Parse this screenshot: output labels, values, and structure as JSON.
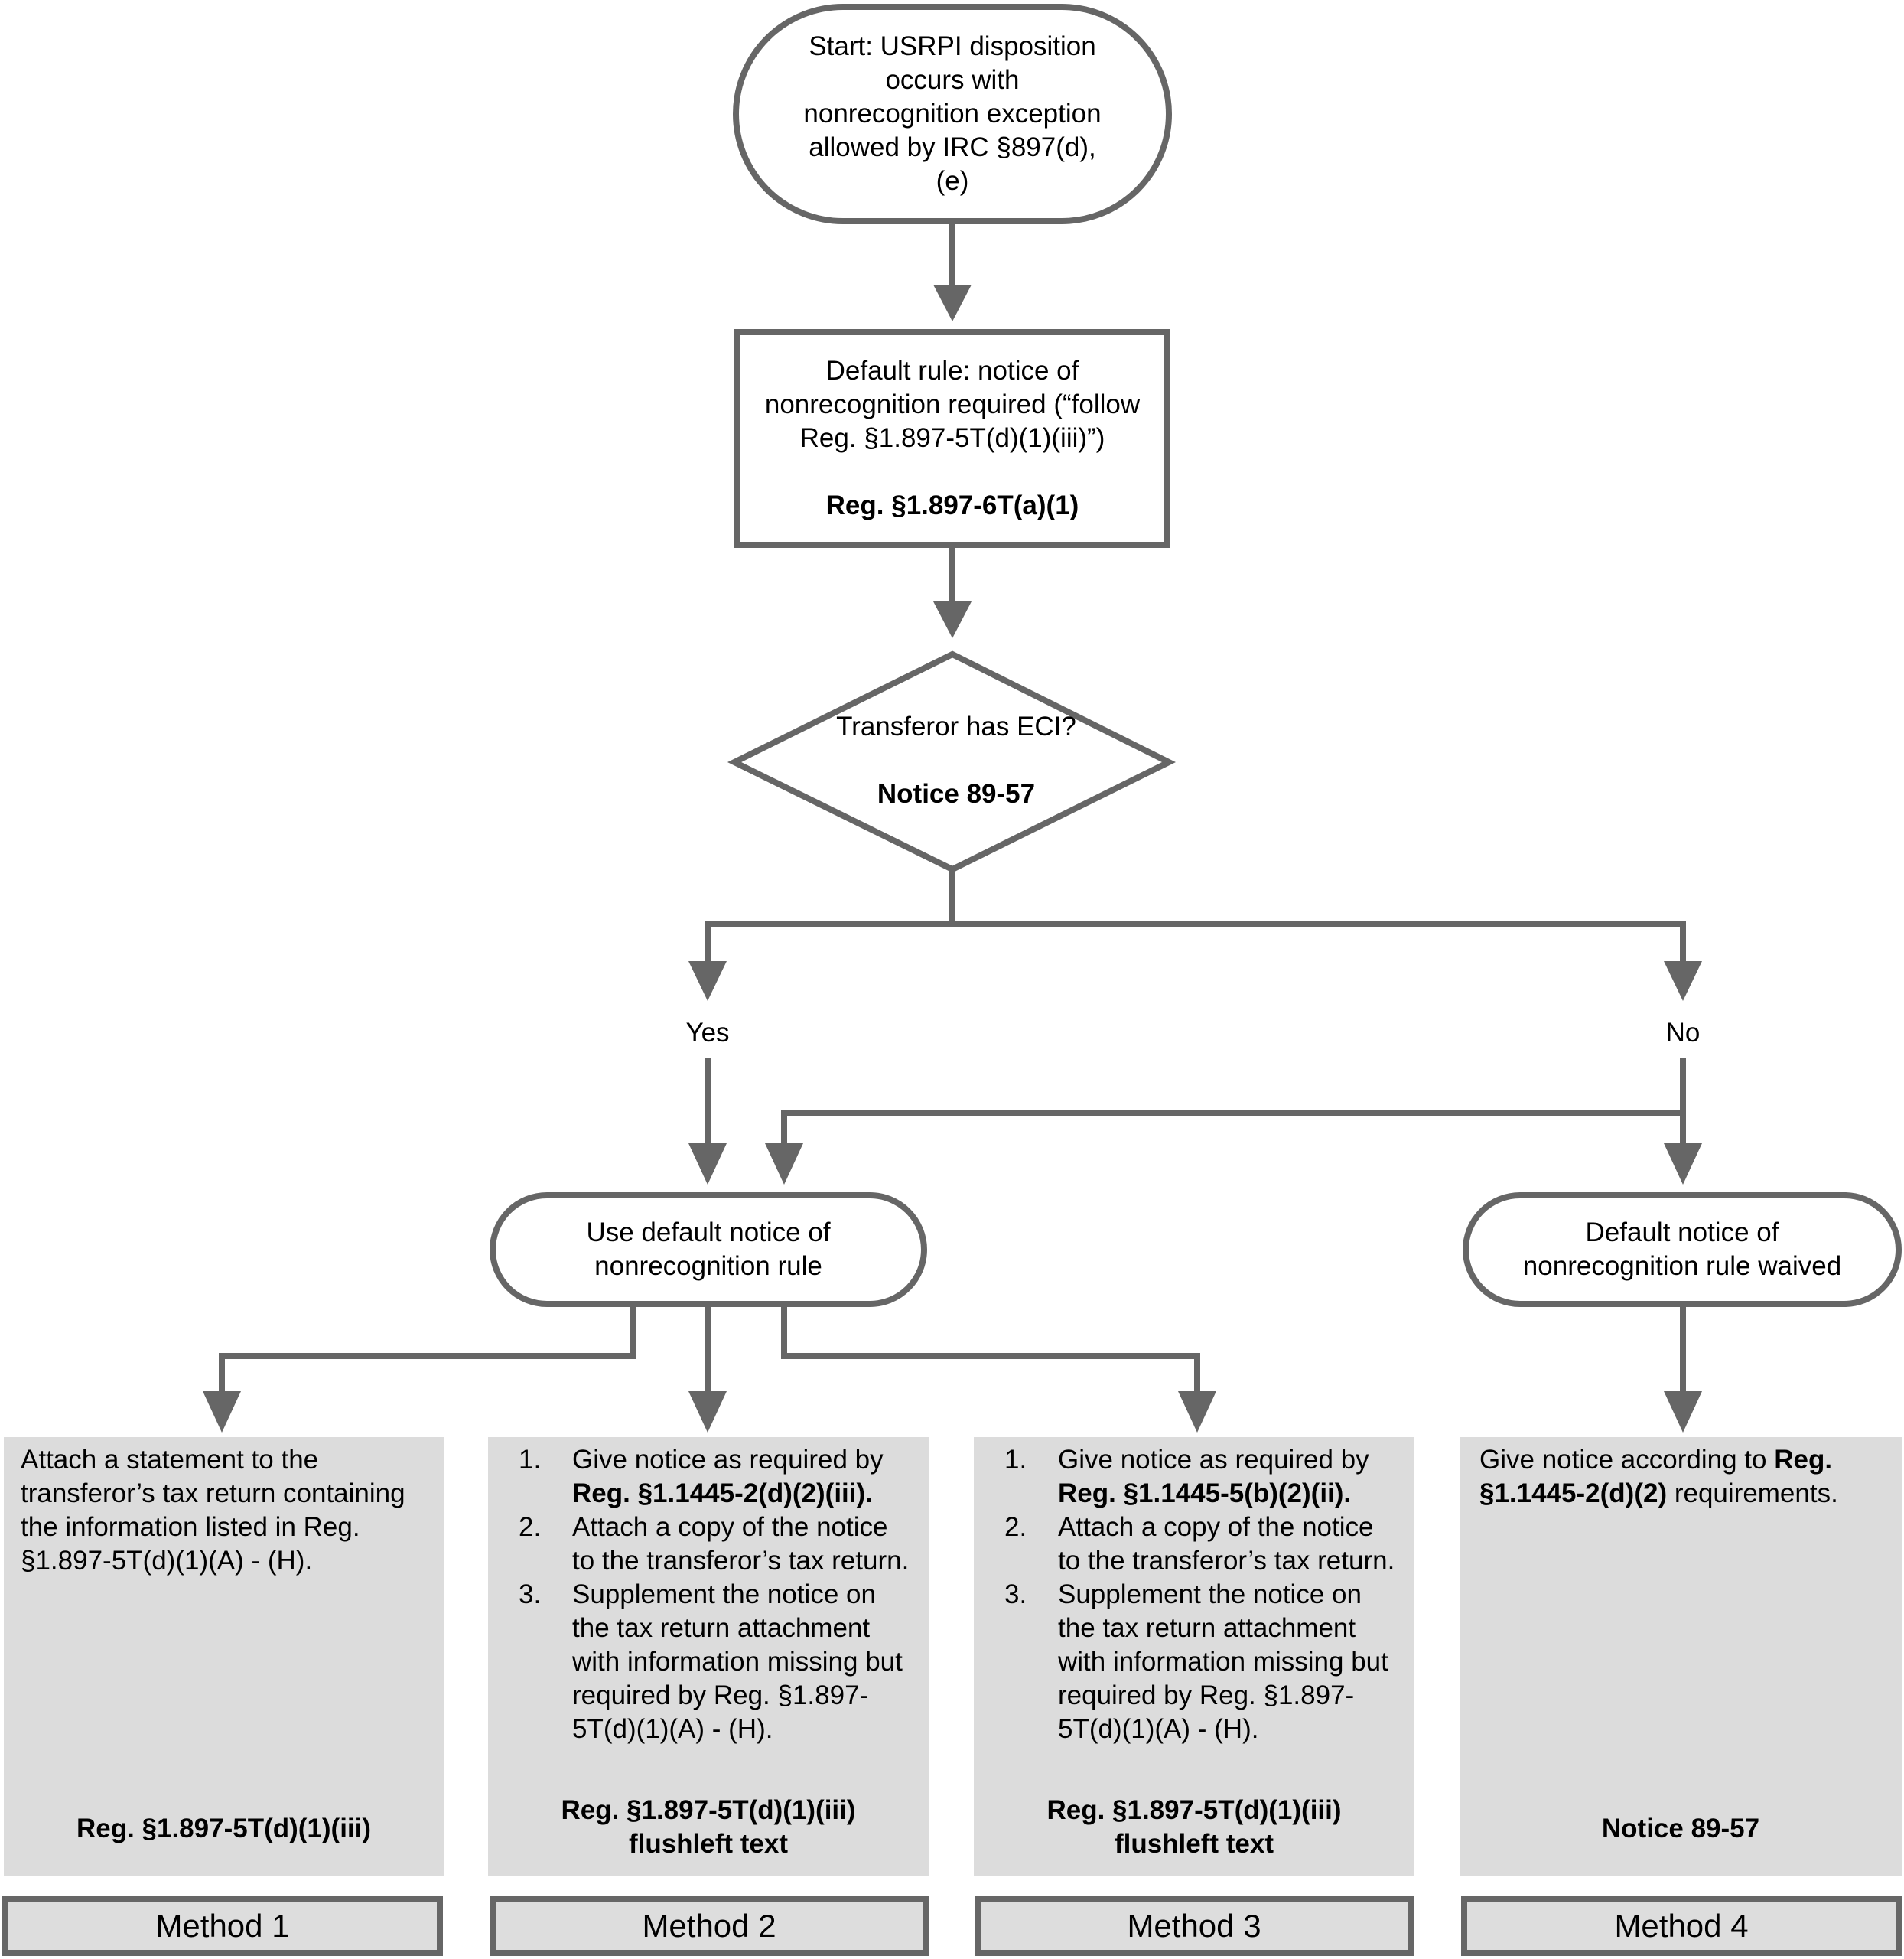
{
  "start": {
    "text": "Start: USRPI disposition occurs with nonrecognition exception allowed by IRC §897(d), (e)"
  },
  "default_rule": {
    "text": "Default rule: notice of nonrecognition required (“follow Reg. §1.897-5T(d)(1)(iii)”)",
    "ref": "Reg. §1.897-6T(a)(1)"
  },
  "decision": {
    "question": "Transferor has ECI?",
    "ref": "Notice 89-57"
  },
  "branch_labels": {
    "yes": "Yes",
    "no": "No"
  },
  "use_default": {
    "text": "Use default notice of nonrecognition rule"
  },
  "waived": {
    "text": "Default notice of nonrecognition rule waived"
  },
  "methods": [
    {
      "label": "Method 1",
      "body": "Attach a statement to the transferor’s tax return containing the information listed in Reg. §1.897-5T(d)(1)(A) - (H).",
      "ref_line1": "Reg. §1.897-5T(d)(1)(iii)",
      "ref_line2": ""
    },
    {
      "label": "Method 2",
      "steps": [
        {
          "num": "1.",
          "text": "Give notice as required by ",
          "bold": "Reg. §1.1445-2(d)(2)(iii)."
        },
        {
          "num": "2.",
          "text": "Attach a copy of the notice to the transferor’s tax return."
        },
        {
          "num": "3.",
          "text": "Supplement the notice on the tax return attachment with information missing but required by Reg. §1.897-5T(d)(1)(A) - (H)."
        }
      ],
      "ref_line1": "Reg. §1.897-5T(d)(1)(iii)",
      "ref_line2": "flushleft text"
    },
    {
      "label": "Method 3",
      "steps": [
        {
          "num": "1.",
          "text": "Give notice as required by ",
          "bold": "Reg. §1.1445-5(b)(2)(ii)."
        },
        {
          "num": "2.",
          "text": "Attach a copy of the notice to the transferor’s tax return."
        },
        {
          "num": "3.",
          "text": "Supplement the notice on the tax return attachment with information missing but required by Reg. §1.897-5T(d)(1)(A) - (H)."
        }
      ],
      "ref_line1": "Reg. §1.897-5T(d)(1)(iii)",
      "ref_line2": "flushleft text"
    },
    {
      "label": "Method 4",
      "body_pre": "Give notice according to ",
      "body_bold": "Reg. §1.1445-2(d)(2)",
      "body_post": " requirements.",
      "ref_line1": "Notice 89-57",
      "ref_line2": ""
    }
  ],
  "colors": {
    "stroke": "#666666",
    "box_fill": "#dcdcdc",
    "label_fill": "#dddddd"
  }
}
